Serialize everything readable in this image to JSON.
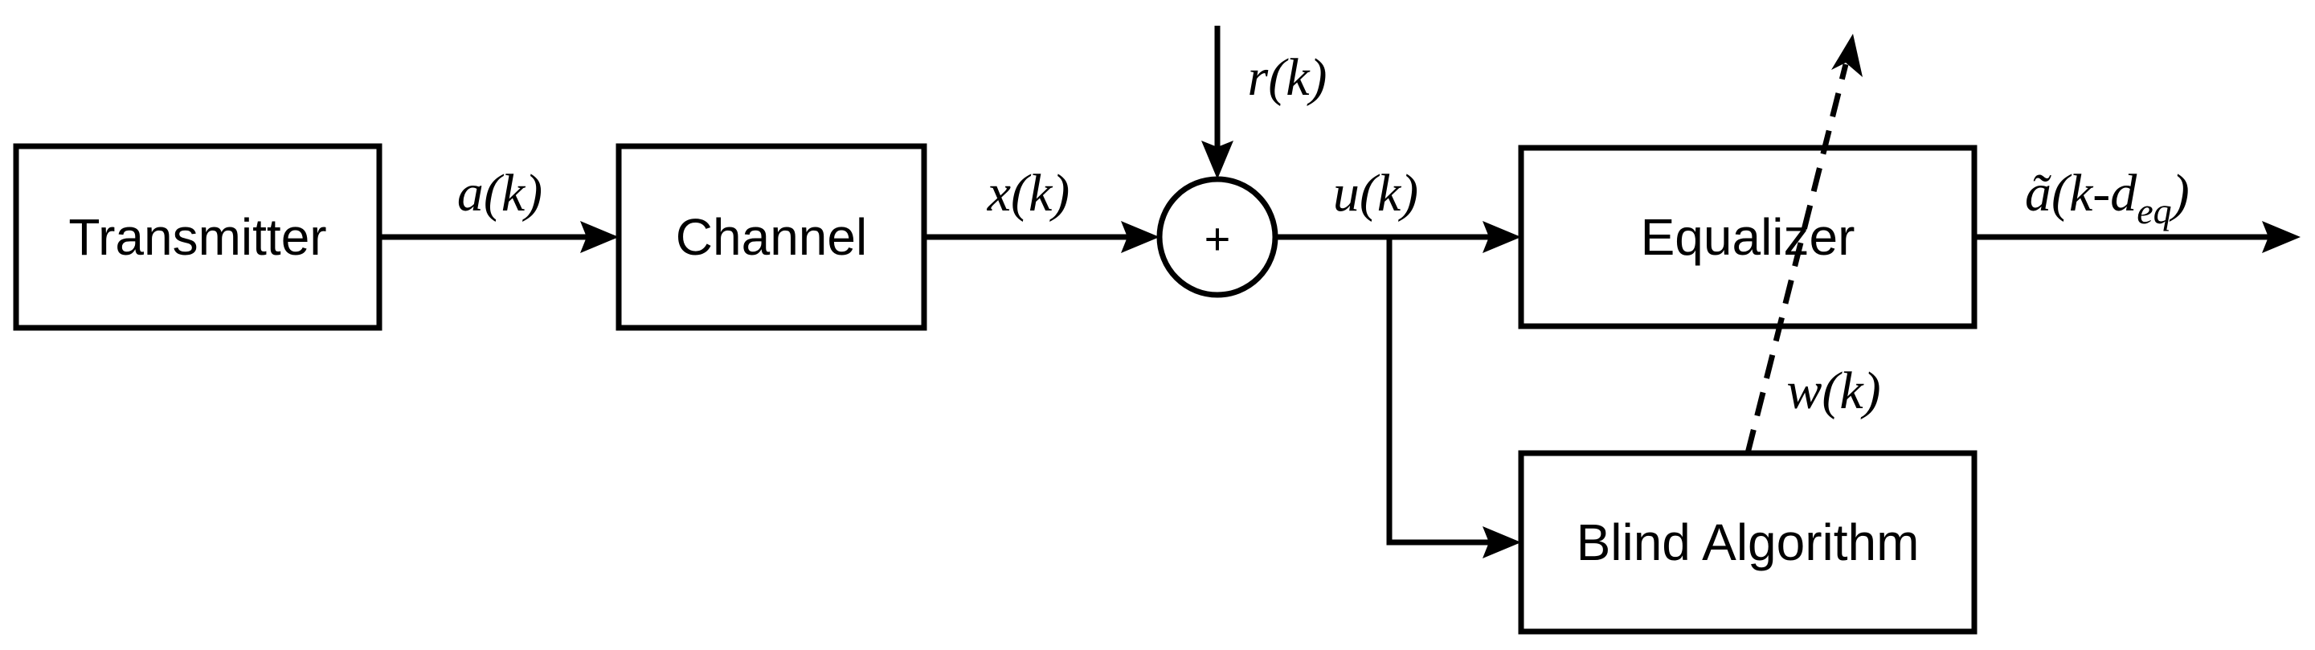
{
  "blocks": {
    "transmitter": "Transmitter",
    "channel": "Channel",
    "equalizer": "Equalizer",
    "blind_algorithm": "Blind Algorithm"
  },
  "summing_junction": {
    "symbol": "+"
  },
  "signals": {
    "a_k": "a(k)",
    "x_k": "x(k)",
    "r_k": "r(k)",
    "u_k": "u(k)",
    "w_k": "w(k)",
    "output_main": "ã(k-d",
    "output_subscript": "eq",
    "output_close": ")"
  }
}
